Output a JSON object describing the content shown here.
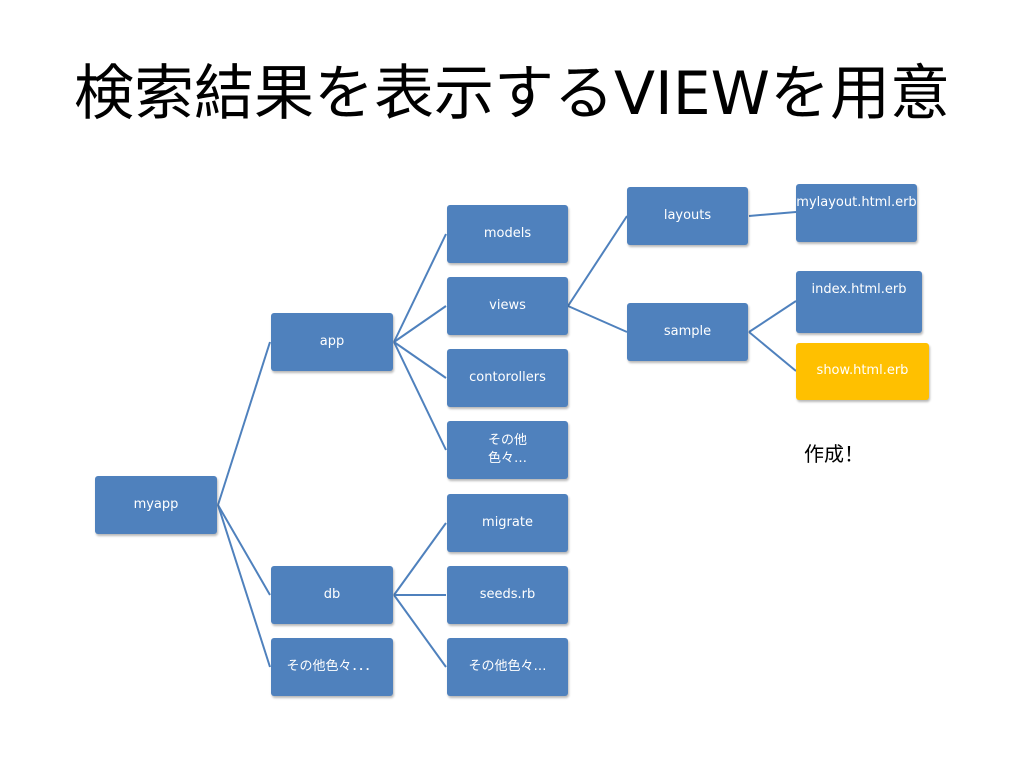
{
  "title": "検索結果を表示するVIEWを用意",
  "colors": {
    "node": "#4f81bd",
    "highlight": "#ffc000",
    "connector": "#4f81bd"
  },
  "nodes": {
    "myapp": "myapp",
    "app": "app",
    "db": "db",
    "other_root": "その他色々．．．",
    "models": "models",
    "views": "views",
    "controllers": "contorollers",
    "other_app": "その他\n色々…",
    "migrate": "migrate",
    "seeds": "seeds.rb",
    "other_db": "その他色々…",
    "layouts": "layouts",
    "sample": "sample",
    "mylayout": "mylayout.html.erb",
    "index": "index.html.erb",
    "show": "show.html.erb"
  },
  "annotation": "作成！"
}
